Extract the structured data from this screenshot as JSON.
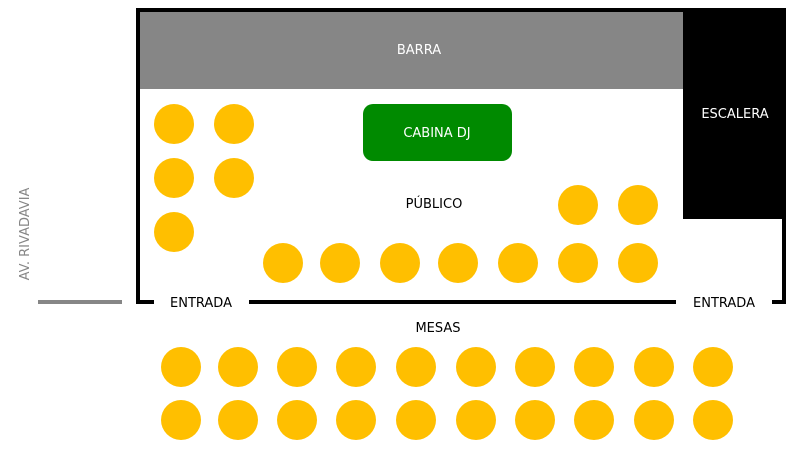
{
  "labels": {
    "bar": "BARRA",
    "stairs": "ESCALERA",
    "dj_booth": "CABINA DJ",
    "audience": "PÚBLICO",
    "entrance_left": "ENTRADA",
    "entrance_right": "ENTRADA",
    "tables": "MESAS",
    "street": "AV. RIVADAVIA"
  },
  "colors": {
    "wall": "#000000",
    "bar": "#868686",
    "stairs": "#000000",
    "dj_booth": "#008a00",
    "table": "#ffbf00",
    "street": "#868686"
  },
  "counts": {
    "inside_tables": 14,
    "outside_tables": 20
  }
}
